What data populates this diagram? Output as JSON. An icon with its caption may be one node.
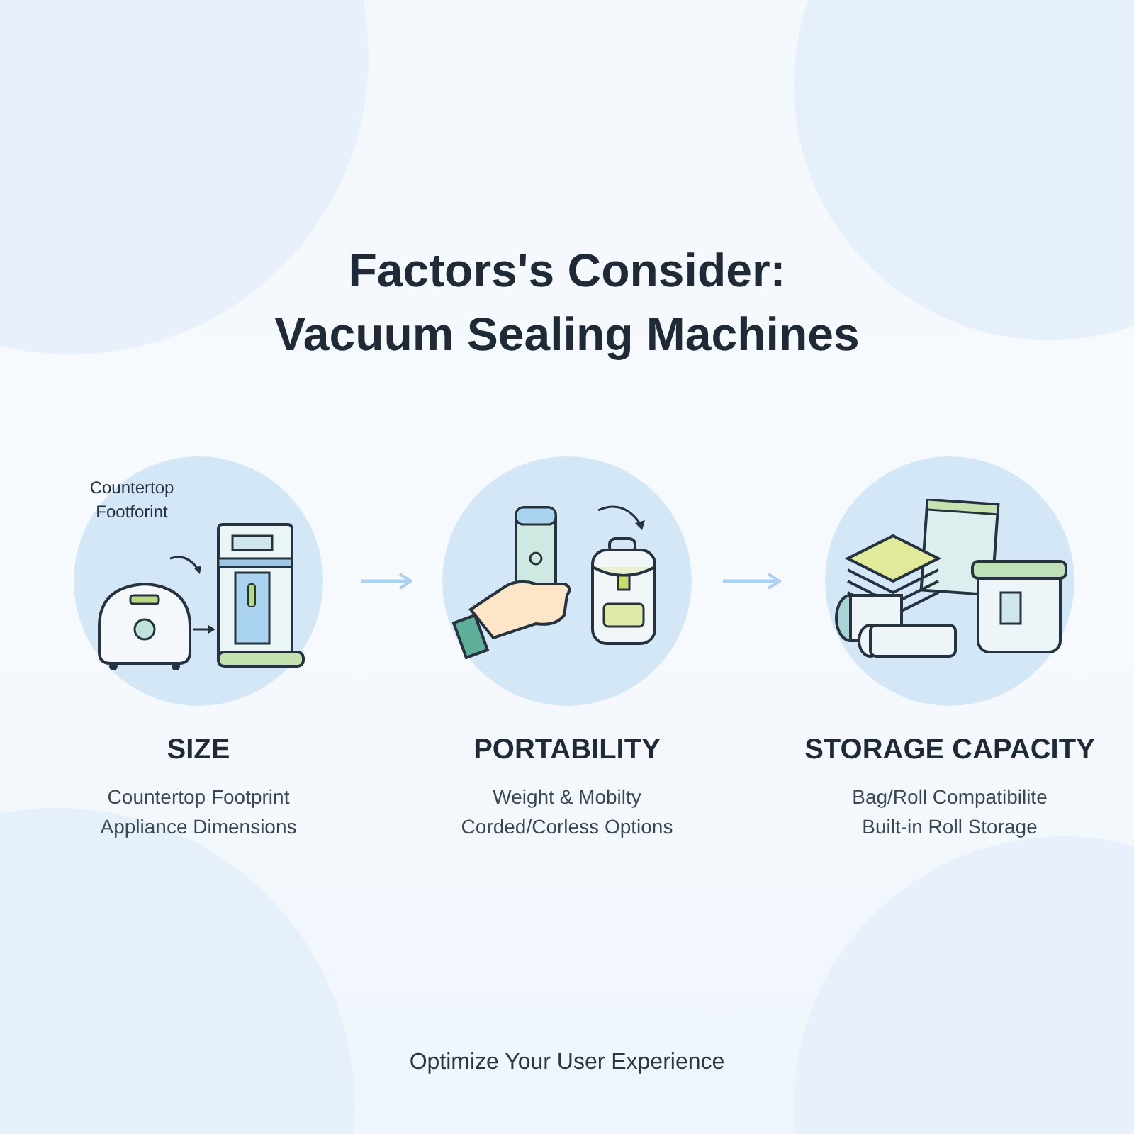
{
  "diagram": {
    "title": "Factors's Consider: Vacuum Sealing Machines",
    "nodes": [
      {
        "text": [
          "SIZE",
          "Countertop Footprint",
          "Appliance Dimensions"
        ]
      },
      {
        "text": [
          "PORTABILITY",
          "Weight & Mobilty",
          "Corded/Corless Options"
        ]
      },
      {
        "text": [
          "STORAGE CAPACITY",
          "Bag/Roll Compatibilite",
          "Built-in Roll Storage"
        ]
      }
    ],
    "edges": [
      {
        "from": 0,
        "to": 1,
        "arrow": "to"
      },
      {
        "from": 1,
        "to": 2,
        "arrow": "to"
      }
    ],
    "labels": [
      "Countertop Footforint"
    ],
    "caption": "Optimize Your User Experience"
  }
}
